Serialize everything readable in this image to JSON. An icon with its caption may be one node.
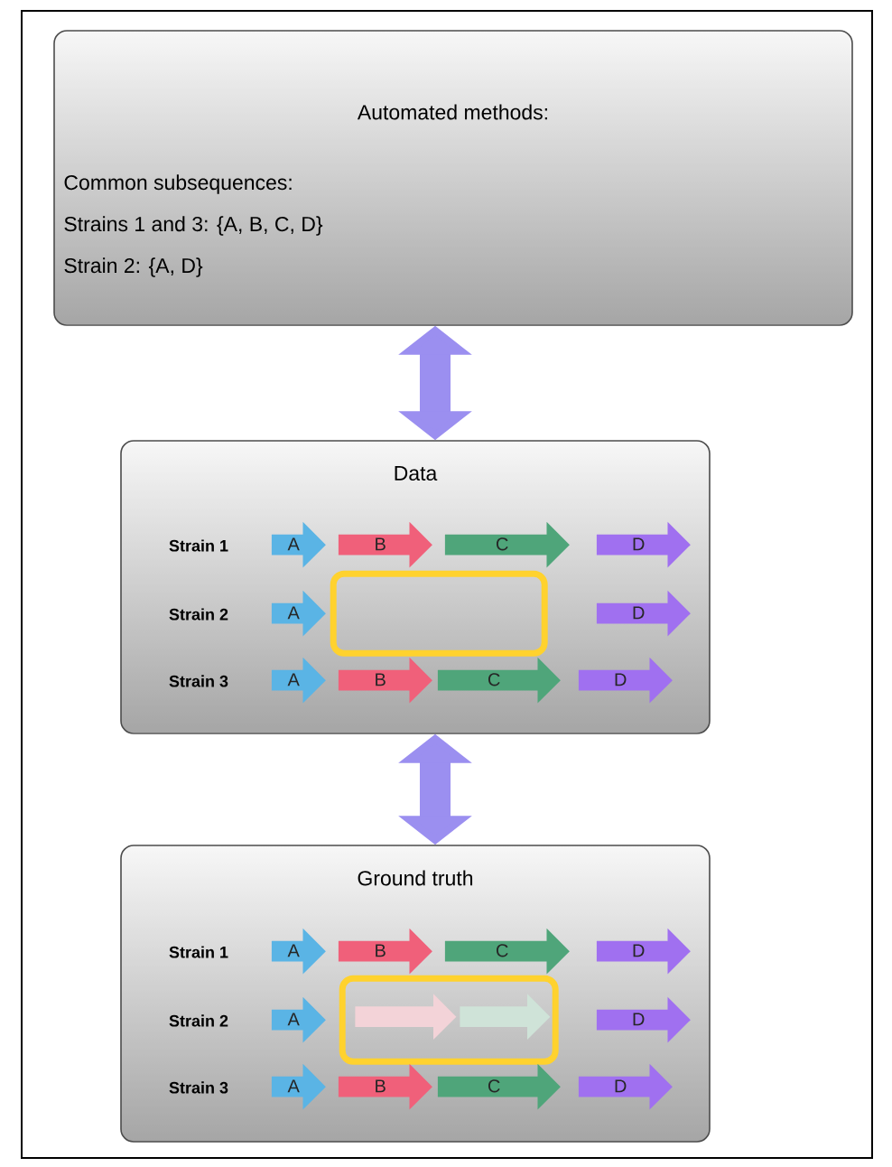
{
  "diagram": {
    "nodes": [
      {
        "text": [
          "Automated methods:",
          "Common subsequences:",
          "Strains 1 and 3: {A, B, C, D}",
          "Strain 2: {A, D}"
        ]
      },
      {
        "text": [
          "Data"
        ]
      },
      {
        "text": [
          "A"
        ],
        "in": 1
      },
      {
        "text": [
          "B"
        ],
        "in": 1
      },
      {
        "text": [
          "C"
        ],
        "in": 1
      },
      {
        "text": [
          "D"
        ],
        "in": 1
      },
      {
        "text": [
          "A"
        ],
        "in": 1
      },
      {
        "text": [],
        "shape": "box",
        "in": 1
      },
      {
        "text": [
          "D"
        ],
        "in": 1
      },
      {
        "text": [
          "A"
        ],
        "in": 1
      },
      {
        "text": [
          "B"
        ],
        "in": 1
      },
      {
        "text": [
          "C"
        ],
        "in": 1
      },
      {
        "text": [
          "D"
        ],
        "in": 1
      },
      {
        "text": [
          "Ground truth"
        ]
      },
      {
        "text": [
          "A"
        ],
        "in": 13
      },
      {
        "text": [
          "B"
        ],
        "in": 13
      },
      {
        "text": [
          "C"
        ],
        "in": 13
      },
      {
        "text": [
          "D"
        ],
        "in": 13
      },
      {
        "text": [
          "A"
        ],
        "in": 13
      },
      {
        "text": [],
        "shape": "box",
        "in": 13
      },
      {
        "text": [],
        "shape": "arrow",
        "in": 19
      },
      {
        "text": [],
        "shape": "arrow",
        "in": 19
      },
      {
        "text": [
          "D"
        ],
        "in": 13
      },
      {
        "text": [
          "A"
        ],
        "in": 13
      },
      {
        "text": [
          "B"
        ],
        "in": 13
      },
      {
        "text": [
          "C"
        ],
        "in": 13
      },
      {
        "text": [
          "D"
        ],
        "in": 13
      }
    ],
    "edges": [
      {
        "from": 0,
        "to": 1,
        "arrow": "both"
      },
      {
        "from": 1,
        "to": 13,
        "arrow": "both"
      }
    ],
    "labels": [
      "Strain 1",
      "Strain 2",
      "Strain 3",
      "Strain 1",
      "Strain 2",
      "Strain 3"
    ]
  }
}
